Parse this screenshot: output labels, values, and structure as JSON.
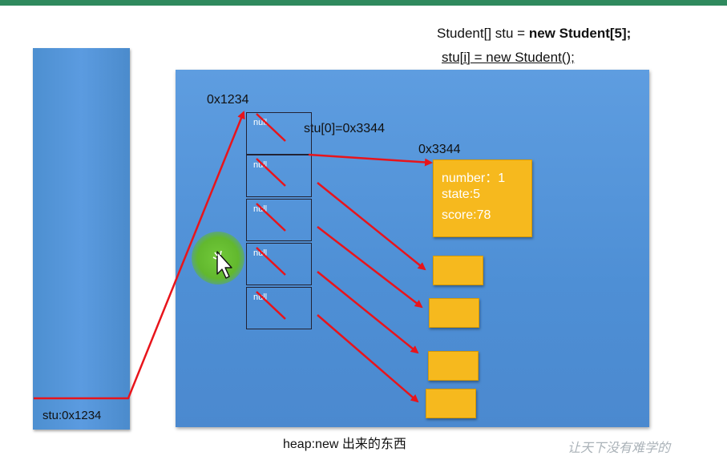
{
  "code": {
    "line1_prefix": "Student[] stu = ",
    "line1_bold": "new Student[5];",
    "line2_underlined": "stu[i]",
    "line2_rest": " = new Student();"
  },
  "stack": {
    "label": "stu:0x1234"
  },
  "heap": {
    "label": "heap:new 出来的东西",
    "array_address": "0x1234",
    "assignment_label": "stu[0]=0x3344",
    "object_address": "0x3344",
    "cells": [
      "null",
      "null",
      "null",
      "null",
      "null"
    ],
    "object_fields": [
      "number：1",
      "state:5",
      "score:78"
    ]
  },
  "watermark": "让天下没有难学的",
  "colors": {
    "top_bar": "#2f8a5e",
    "stack_block": "#5b9be0",
    "heap_block": "#5e9de0",
    "object_fill": "#f6b91e",
    "arrow": "#e8141b",
    "cursor_halo": "#62b82e"
  }
}
